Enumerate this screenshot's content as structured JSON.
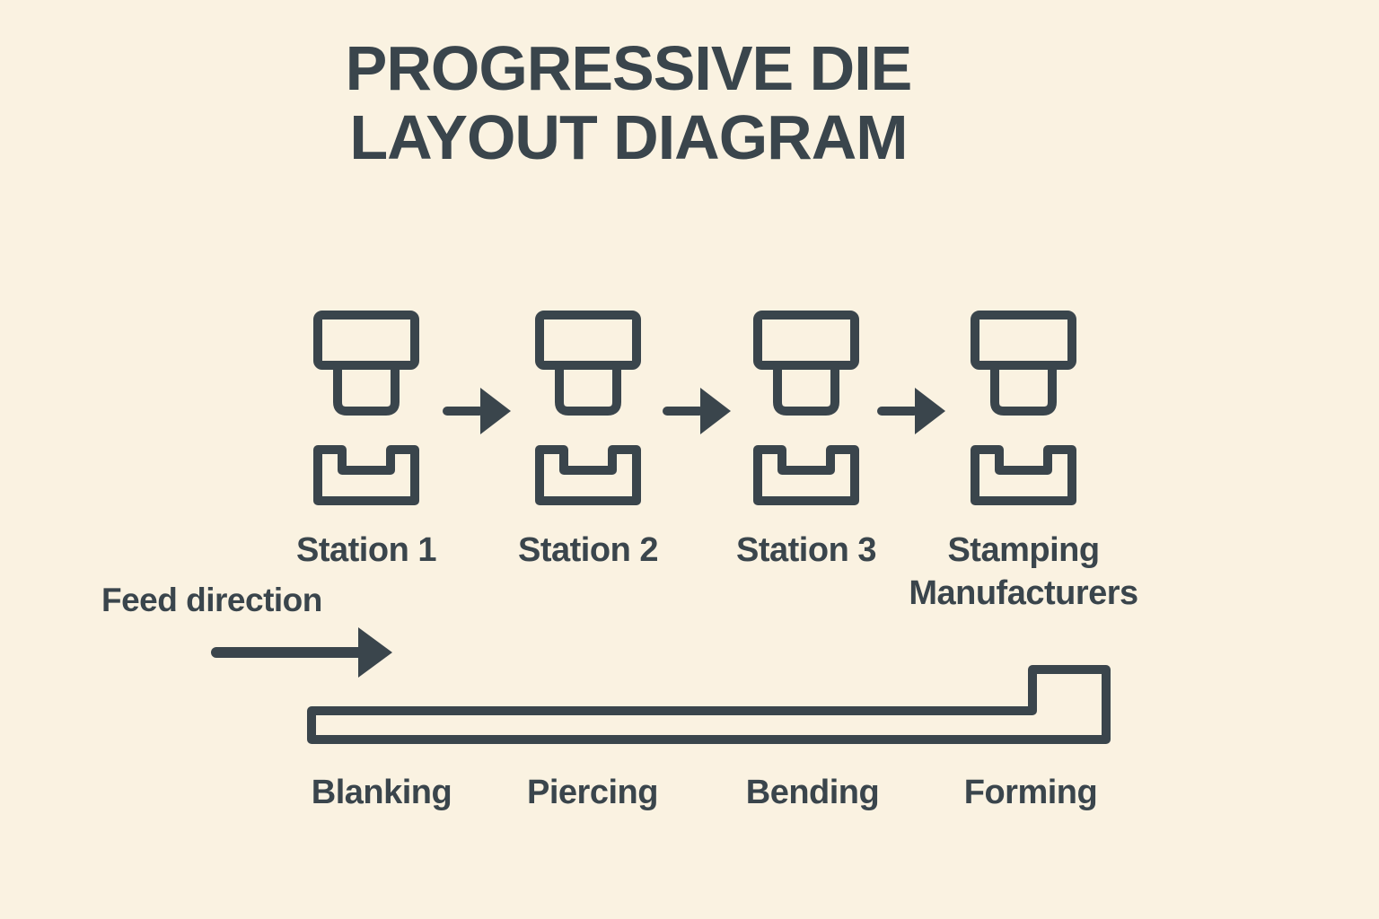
{
  "title": {
    "line1": "PROGRESSIVE DIE",
    "line2": "LAYOUT DIAGRAM"
  },
  "stations": [
    {
      "label": "Station 1"
    },
    {
      "label": "Station 2"
    },
    {
      "label": "Station 3"
    },
    {
      "label": "Stamping Manufacturers"
    }
  ],
  "feed": {
    "label": "Feed direction"
  },
  "processes": [
    {
      "label": "Blanking"
    },
    {
      "label": "Piercing"
    },
    {
      "label": "Bending"
    },
    {
      "label": "Forming"
    }
  ],
  "colors": {
    "background": "#faf2e1",
    "ink": "#3a454c"
  }
}
